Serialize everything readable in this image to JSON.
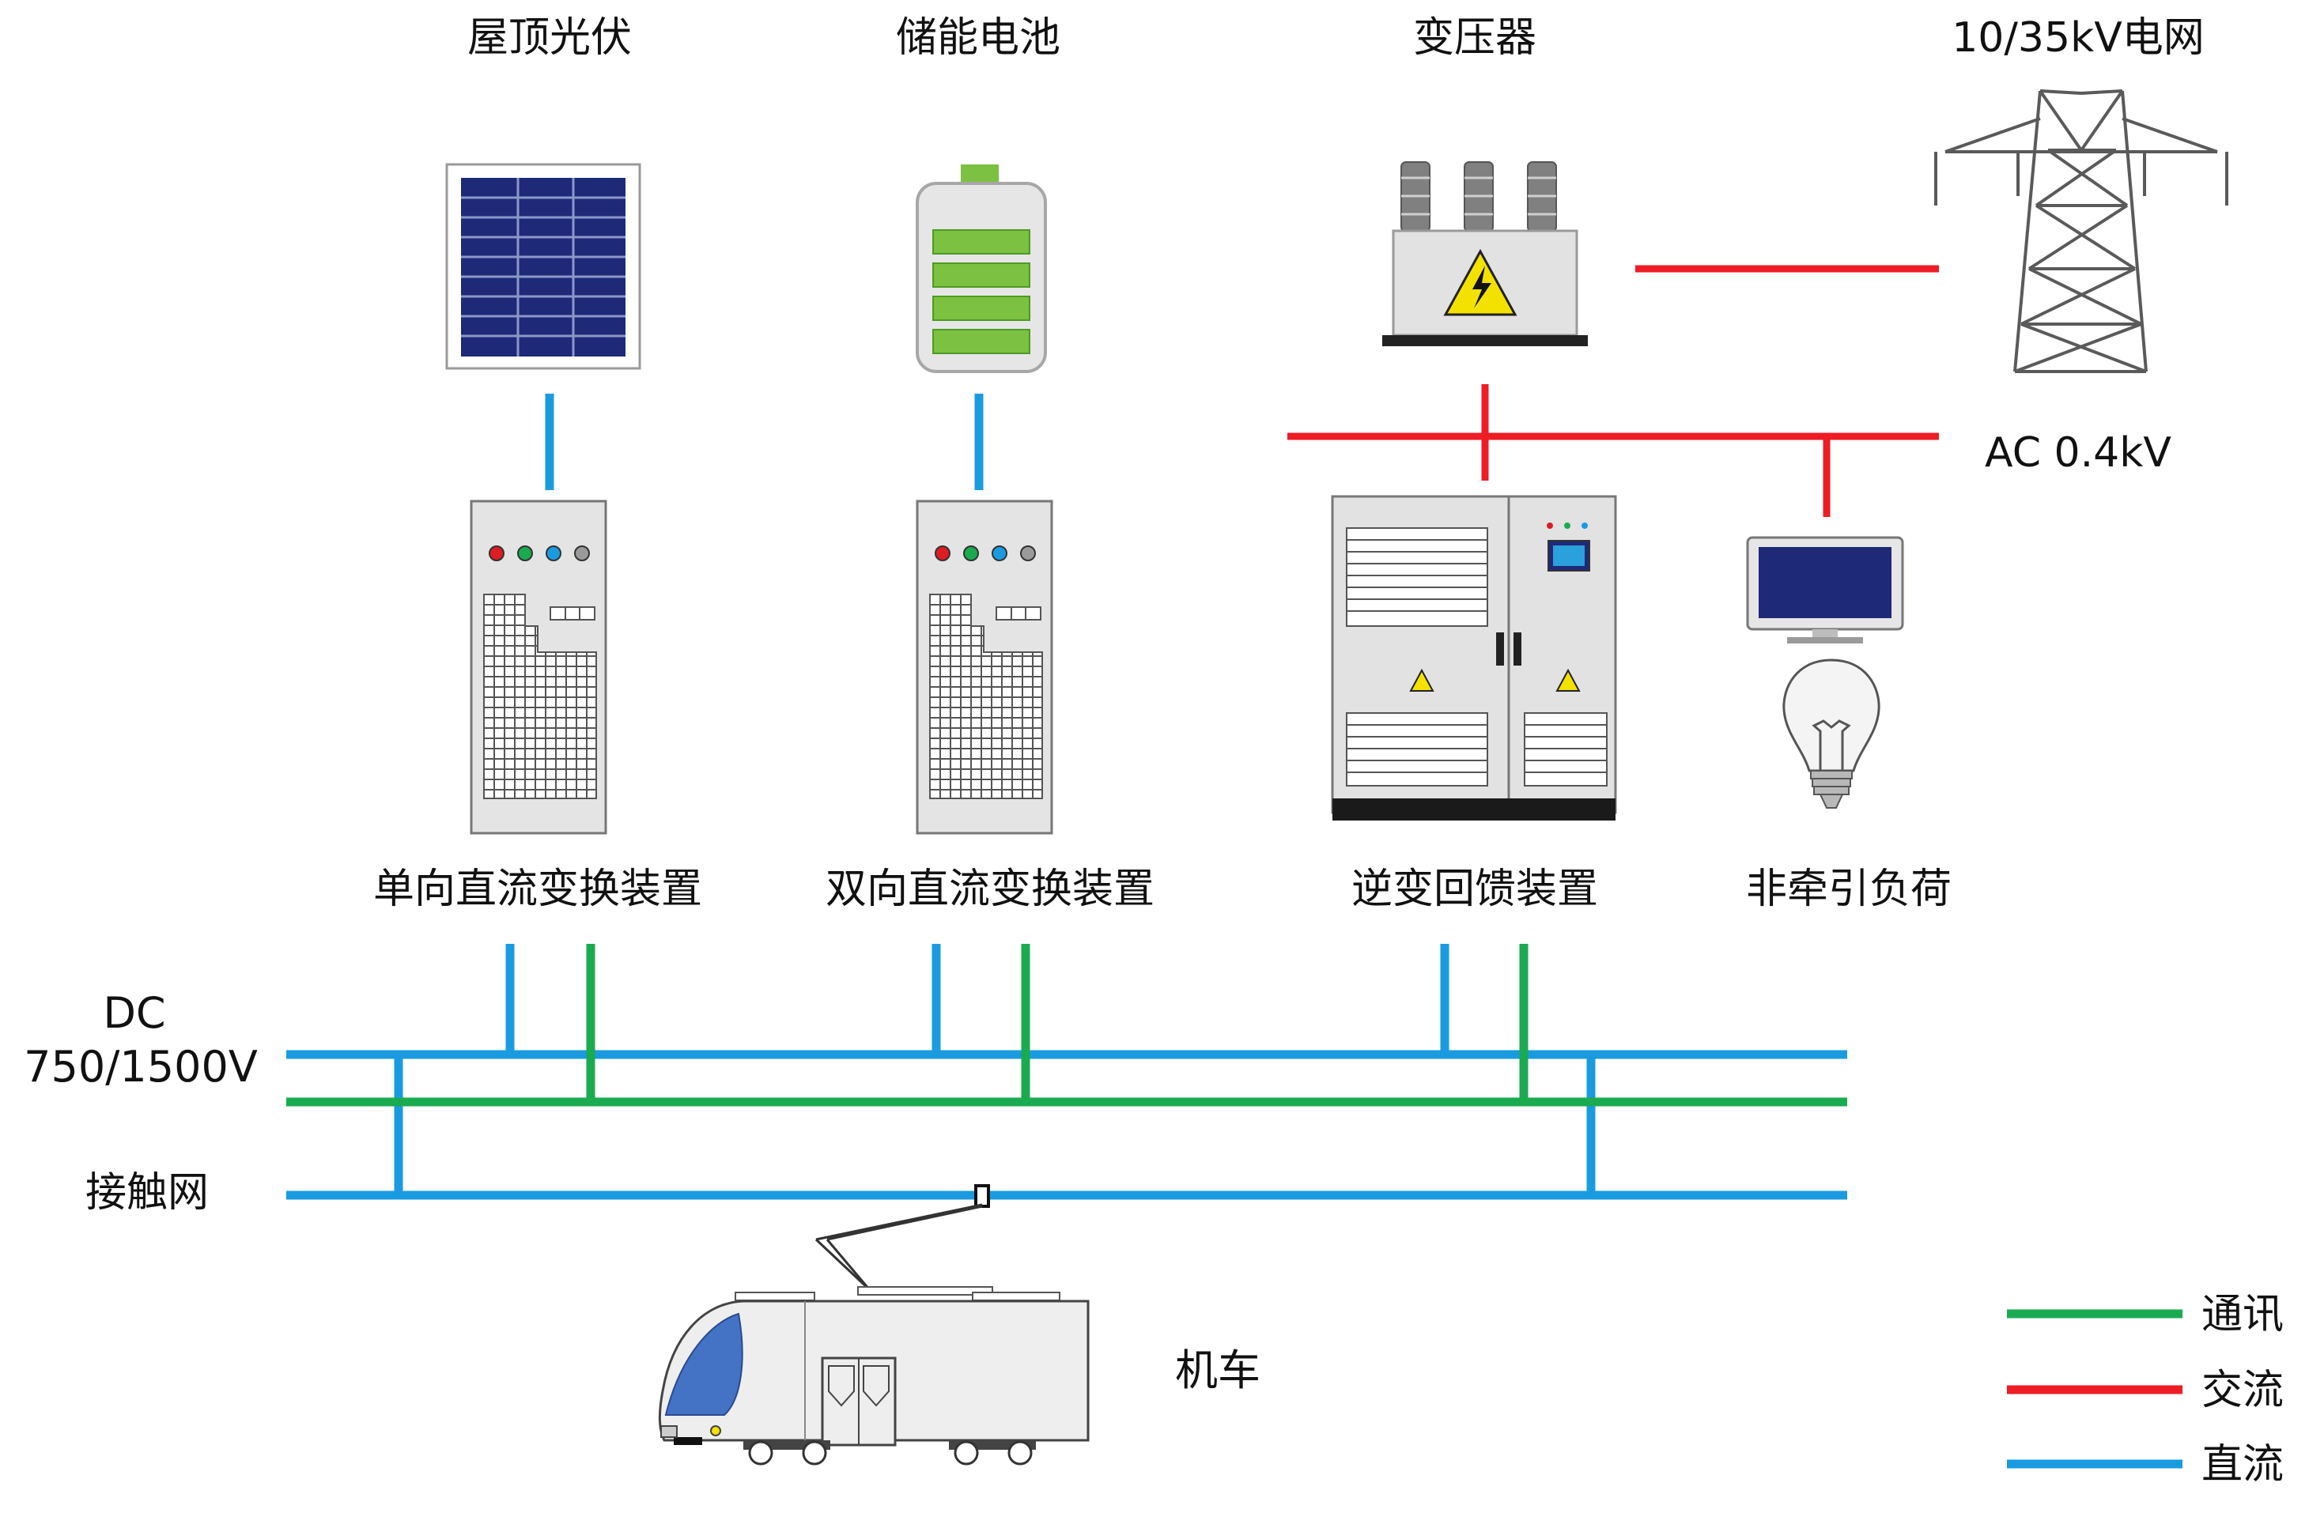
{
  "labels": {
    "rooftop_pv": "屋顶光伏",
    "storage_battery": "储能电池",
    "transformer": "变压器",
    "grid": "10/35kV电网",
    "ac_bus": "AC 0.4kV",
    "unidirectional_dc": "单向直流变换装置",
    "bidirectional_dc": "双向直流变换装置",
    "inverter_feedback": "逆变回馈装置",
    "non_traction_load": "非牵引负荷",
    "dc_bus_line1": "DC",
    "dc_bus_line2": "750/1500V",
    "catenary": "接触网",
    "locomotive": "机车"
  },
  "legend": [
    {
      "label": "通讯",
      "color": "#1aaa50"
    },
    {
      "label": "交流",
      "color": "#ee1c24"
    },
    {
      "label": "直流",
      "color": "#1a9be0"
    }
  ],
  "colors": {
    "communication": "#1aaa50",
    "ac": "#ee1c24",
    "dc": "#1a9be0"
  }
}
